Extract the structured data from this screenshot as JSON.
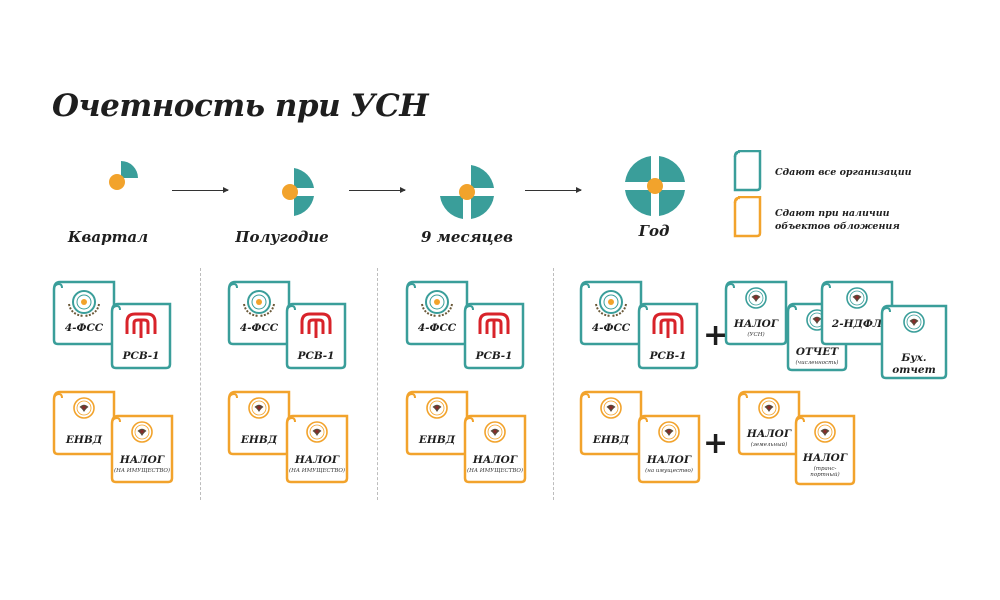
{
  "title": "Очетность при УСН",
  "colors": {
    "teal": "#3a9e9a",
    "orange": "#f2a32c",
    "red": "#d8232a"
  },
  "periods": [
    {
      "label": "Квартал",
      "quarters": 1
    },
    {
      "label": "Полугодие",
      "quarters": 2
    },
    {
      "label": "9 месяцев",
      "quarters": 3
    },
    {
      "label": "Год",
      "quarters": 4
    }
  ],
  "legend": {
    "all_orgs": "Сдают все организации",
    "conditional_line1": "Сдают при наличии",
    "conditional_line2": "объектов обложения"
  },
  "docs": {
    "fss": "4-ФСС",
    "rsv": "РСВ-1",
    "envd": "ЕНВД",
    "nalog": "НАЛОГ",
    "nalog_property_caps": "(НА ИМУЩЕСТВО)",
    "nalog_property": "(на имущество)",
    "nalog_usn": "(УСН)",
    "otchet": "ОТЧЕТ",
    "otchet_sub": "(численность)",
    "ndfl": "2-НДФЛ",
    "buh_line1": "Бух.",
    "buh_line2": "отчет",
    "nalog_land": "(земельный)",
    "nalog_transport_line1": "(транс-",
    "nalog_transport_line2": "портный)"
  },
  "plus": "+"
}
